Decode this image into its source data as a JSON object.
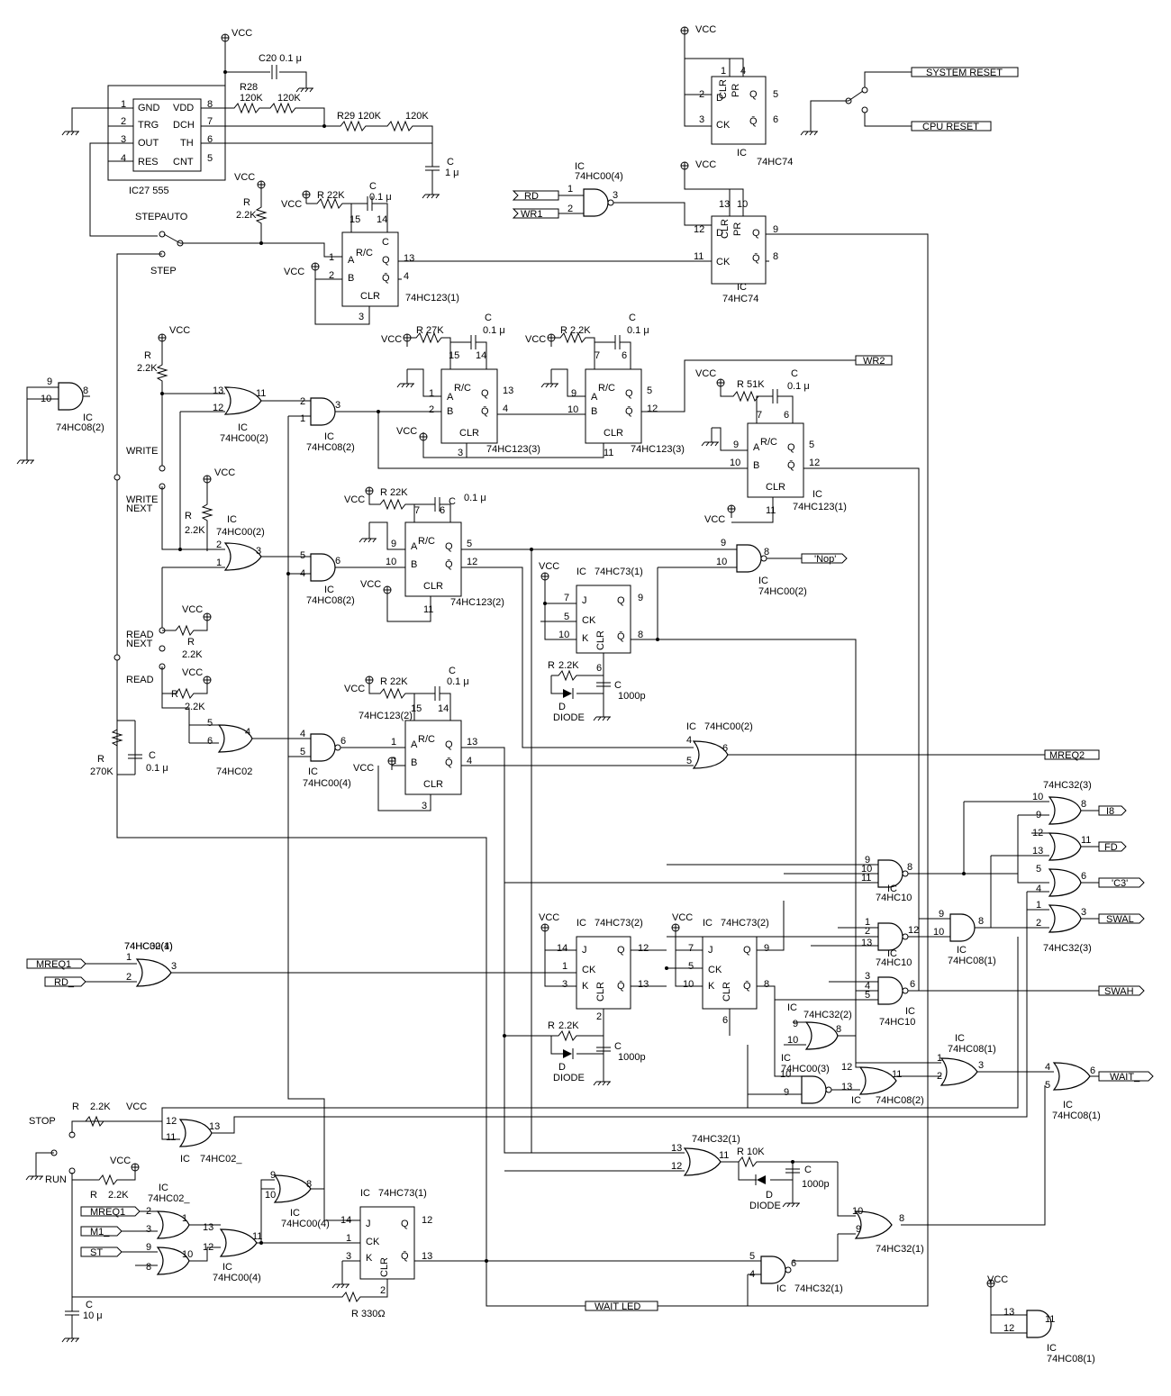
{
  "components": {
    "ic27": {
      "name": "IC27 555",
      "pins_left": [
        "GND",
        "TRG",
        "OUT",
        "RES"
      ],
      "pins_right": [
        "VDD",
        "DCH",
        "TH",
        "CNT"
      ],
      "nums_left": [
        "1",
        "2",
        "3",
        "4"
      ],
      "nums_right": [
        "8",
        "7",
        "6",
        "5"
      ]
    },
    "c20": {
      "label": "C20 0.1 μ"
    },
    "r28": {
      "label": "R28",
      "val": "120K",
      "val2": "120K"
    },
    "r29": {
      "label": "R29 120K",
      "val2": "120K"
    },
    "c_555": {
      "label": "C",
      "val": "1 μ"
    },
    "vcc": "VCC",
    "ff74_top": {
      "name": "IC",
      "part": "74HC74",
      "pins": {
        "d": "D",
        "ck": "CK",
        "q": "Q",
        "qn": "Q̄",
        "pr": "PR",
        "clr": "CLR"
      },
      "nums": [
        "1",
        "4",
        "2",
        "5",
        "3",
        "6"
      ]
    },
    "ff74_mid": {
      "name": "IC",
      "part": "74HC74",
      "nums": [
        "13",
        "10",
        "12",
        "9",
        "11",
        "8"
      ]
    },
    "nand_rdwr": {
      "name": "IC",
      "part": "74HC00(4)",
      "nums": [
        "1",
        "2",
        "3"
      ]
    },
    "mono1": {
      "part": "74HC123(1)",
      "r": "R 22K",
      "c": "C",
      "cval": "0.1 μ",
      "nums": [
        "15",
        "14",
        "1",
        "2",
        "13",
        "4",
        "3"
      ]
    },
    "mono3a": {
      "part": "74HC123(3)",
      "r": "R 27K",
      "c": "C",
      "cval": "0.1 μ",
      "nums": [
        "15",
        "14",
        "1",
        "2",
        "13",
        "4",
        "3"
      ]
    },
    "mono3b": {
      "part": "74HC123(3)",
      "r": "R 2.2K",
      "c": "C",
      "cval": "0.1 μ",
      "nums": [
        "7",
        "6",
        "9",
        "10",
        "5",
        "12",
        "11"
      ]
    },
    "mono1b": {
      "name": "IC",
      "part": "74HC123(1)",
      "r": "R 51K",
      "c": "C",
      "cval": "0.1 μ",
      "nums": [
        "7",
        "6",
        "9",
        "10",
        "5",
        "12",
        "11"
      ]
    },
    "mono2a": {
      "part": "74HC123(2)",
      "r": "R 22K",
      "c": "C",
      "cval": "0.1 μ",
      "nums": [
        "7",
        "6",
        "9",
        "10",
        "5",
        "12",
        "11"
      ]
    },
    "mono2b": {
      "part": "74HC123(2)",
      "r": "R 22K",
      "c": "C",
      "cval": "0.1 μ",
      "nums": [
        "15",
        "14",
        "1",
        "2",
        "13",
        "4",
        "3"
      ]
    },
    "jk73_1": {
      "name": "IC",
      "part": "74HC73(1)",
      "nums": [
        "7",
        "5",
        "10",
        "9",
        "8",
        "6"
      ],
      "r": "R",
      "rval": "2.2K",
      "d": "D",
      "dl": "DIODE",
      "c": "C",
      "cval": "1000p"
    },
    "jk73_2": {
      "name": "IC",
      "part": "74HC73(2)",
      "nums": [
        "14",
        "1",
        "3",
        "12",
        "13",
        "2"
      ],
      "r": "R",
      "rval": "2.2K",
      "d": "D",
      "dl": "DIODE",
      "c": "C",
      "cval": "1000p"
    },
    "jk73_2b": {
      "name": "IC",
      "part": "74HC73(2)",
      "nums": [
        "7",
        "5",
        "10",
        "9",
        "8",
        "6"
      ]
    },
    "jk73_1b": {
      "name": "IC",
      "part": "74HC73(1)",
      "nums": [
        "14",
        "1",
        "3",
        "12",
        "13",
        "2"
      ]
    },
    "misc_labels": {
      "stepauto": "STEPAUTO",
      "step": "STEP",
      "write": "WRITE",
      "write_next": "WRITE",
      "next1": "NEXT",
      "read_next": "READ",
      "next2": "NEXT",
      "read": "READ",
      "stop": "STOP",
      "run": "RUN",
      "r22k": "R",
      "r22kv": "2.2K",
      "r270": "R",
      "r270v": "270K",
      "c01": "C",
      "c01v": "0.1 μ",
      "ic74hc08_2": "74HC08(2)",
      "ic74hc00_2": "74HC00(2)",
      "ic74hc02": "74HC02",
      "ic74hc00_4": "74HC00(4)",
      "r330": "R  330Ω",
      "c10": "C",
      "c10v": "10 μ",
      "r10k": "R  10K",
      "c1000": "C",
      "c1000v": "1000p"
    },
    "signals": {
      "rd": "RD",
      "wr1": "WR1",
      "wr2": "WR2",
      "nop": "'Nop'",
      "mreq2": "MREQ2",
      "i8": "I8",
      "fd": "FD",
      "c3": "'C3'",
      "swal": "SWAL",
      "swah": "SWAH",
      "wait": "WAIT_",
      "wait_led": "WAIT LED",
      "mreq1": "MREQ1",
      "rd_": "RD_",
      "mreq1b": "MREQ1",
      "m1": "M1_",
      "st": "ST",
      "sys_reset": "SYSTEM RESET",
      "cpu_reset": "CPU RESET"
    }
  }
}
